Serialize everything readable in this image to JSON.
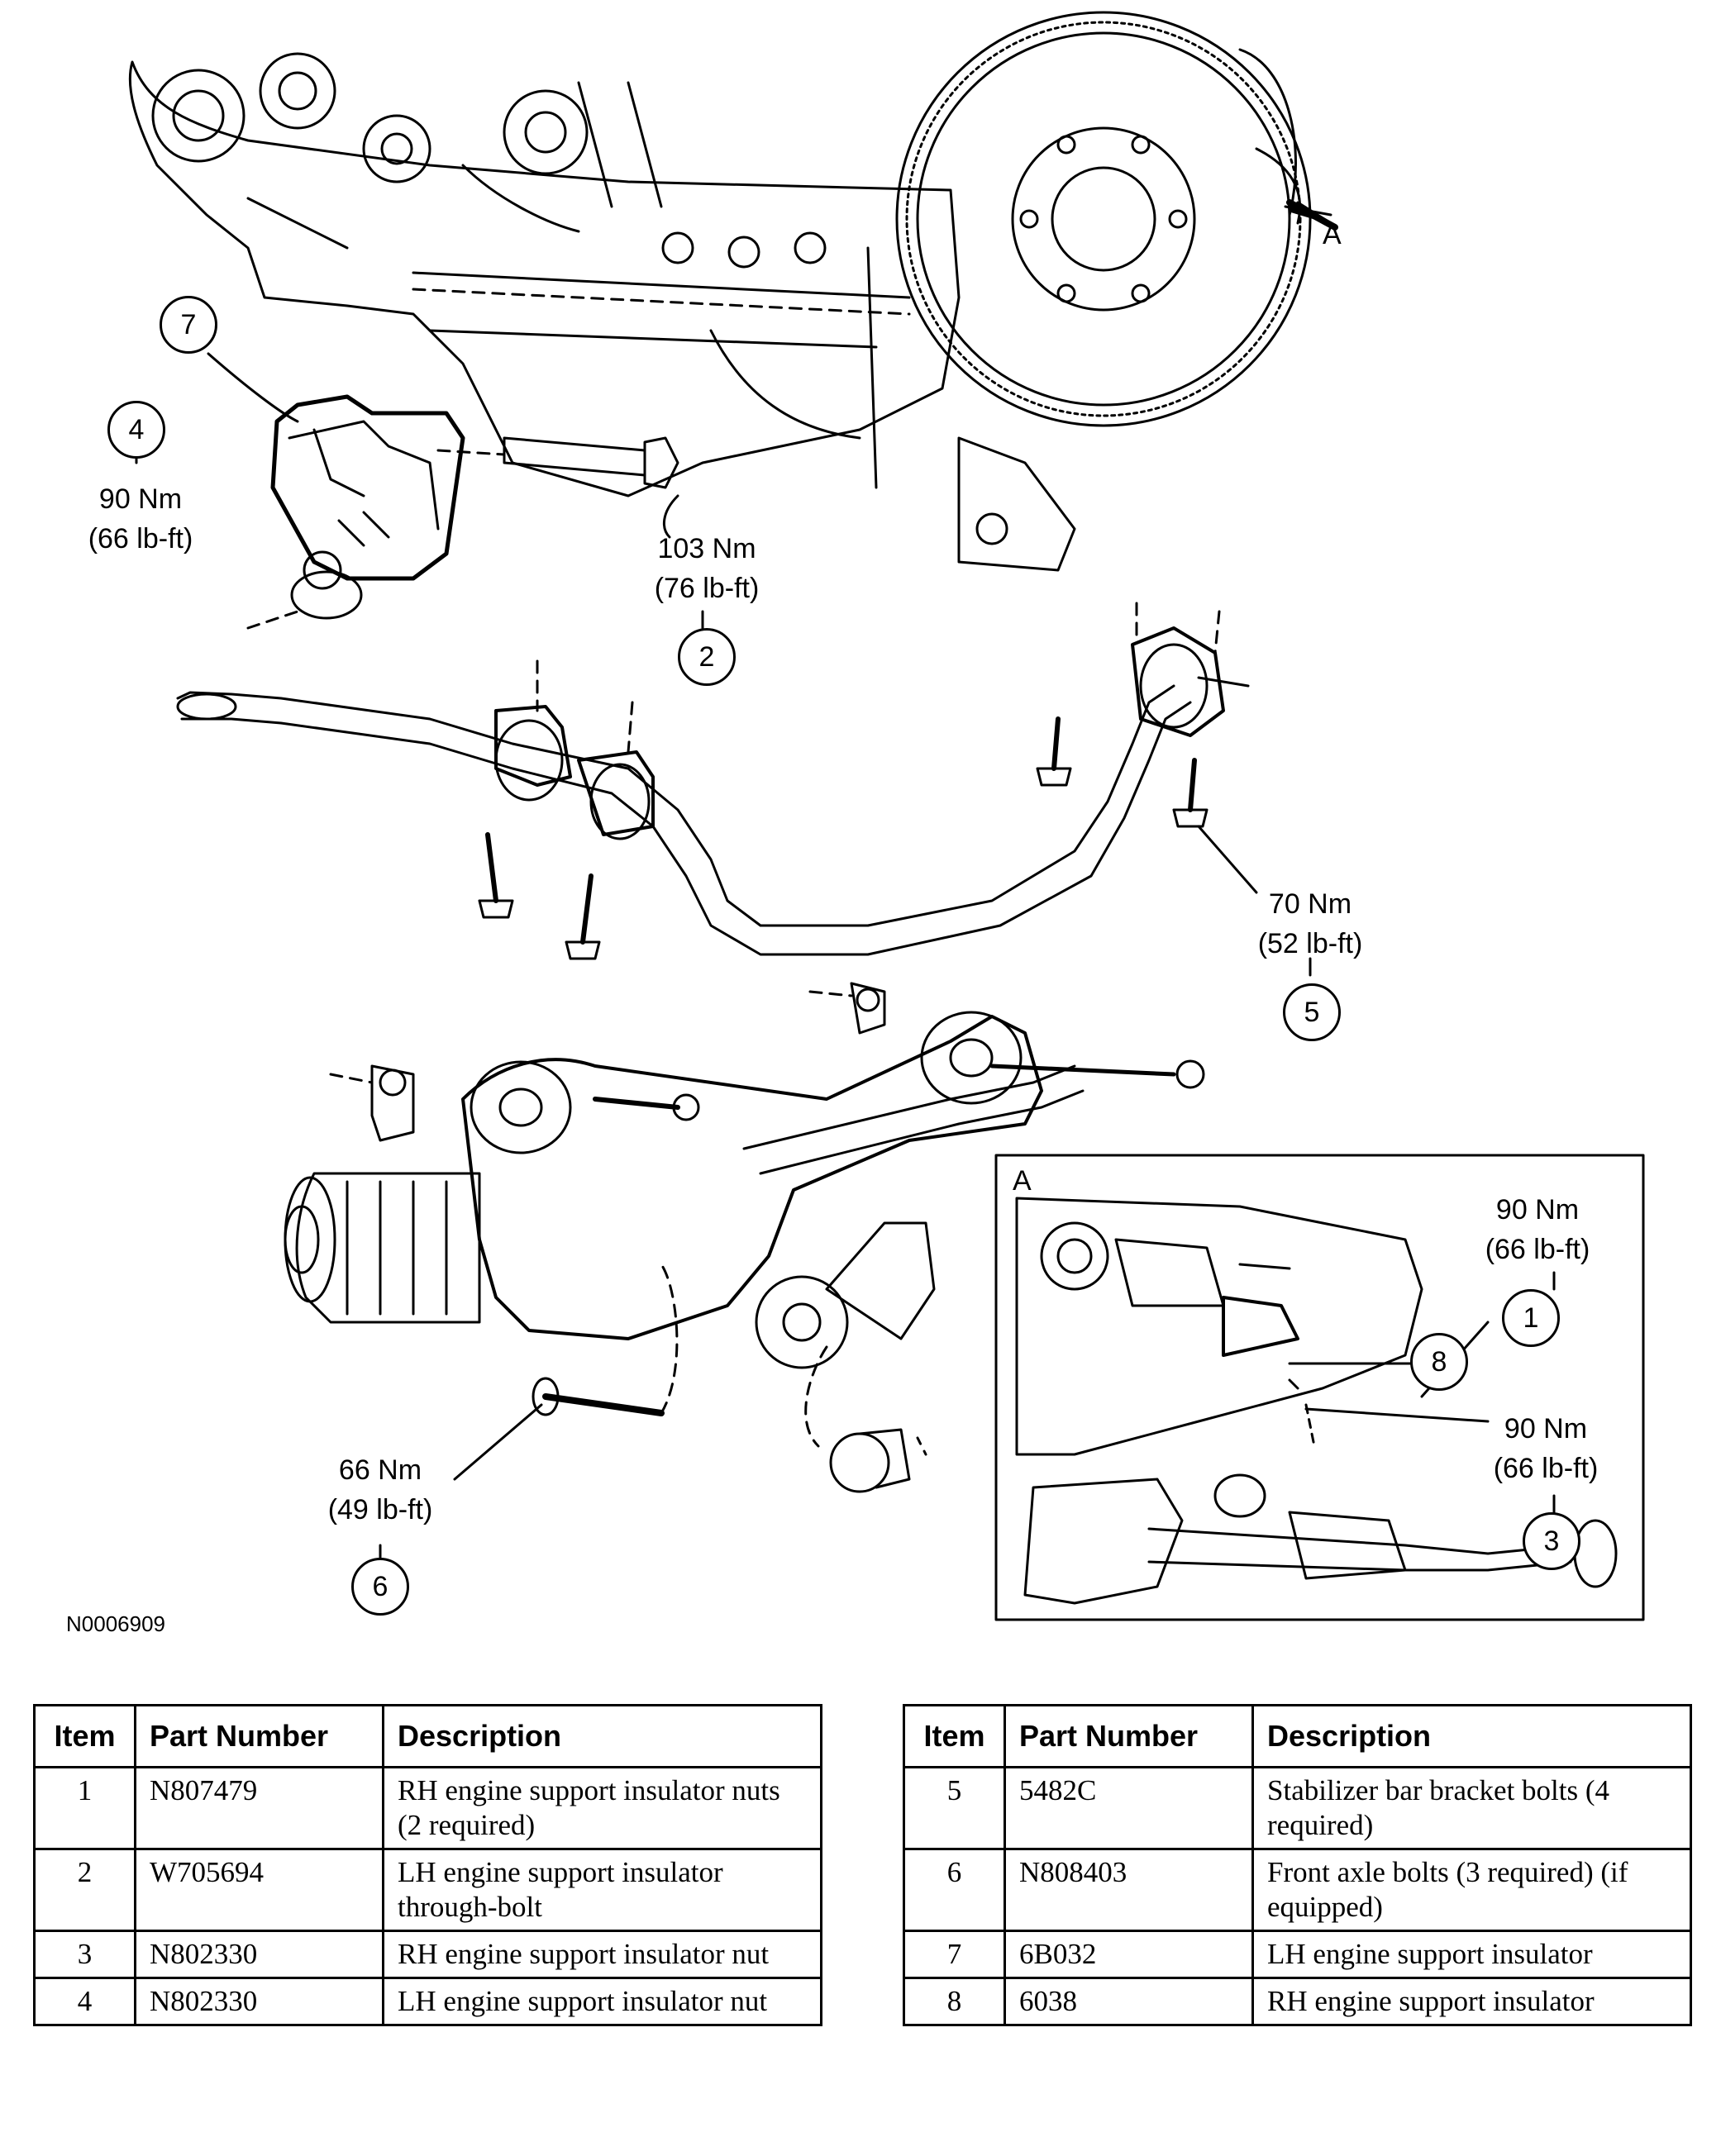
{
  "figure_id": "N0006909",
  "view_label": "A",
  "inset_label": "A",
  "callouts": [
    {
      "num": "1"
    },
    {
      "num": "2"
    },
    {
      "num": "3"
    },
    {
      "num": "4"
    },
    {
      "num": "5"
    },
    {
      "num": "6"
    },
    {
      "num": "7"
    },
    {
      "num": "8"
    }
  ],
  "torques": {
    "t1": {
      "nm": "90 Nm",
      "lbft": "(66 lb-ft)"
    },
    "t2": {
      "nm": "103 Nm",
      "lbft": "(76 lb-ft)"
    },
    "t3": {
      "nm": "90 Nm",
      "lbft": "(66 lb-ft)"
    },
    "t4": {
      "nm": "90 Nm",
      "lbft": "(66 lb-ft)"
    },
    "t5": {
      "nm": "70 Nm",
      "lbft": "(52 lb-ft)"
    },
    "t6": {
      "nm": "66 Nm",
      "lbft": "(49 lb-ft)"
    }
  },
  "table_headers": {
    "item": "Item",
    "part": "Part Number",
    "desc": "Description"
  },
  "table_left": [
    {
      "item": "1",
      "part": "N807479",
      "desc": "RH engine support insulator nuts (2 required)"
    },
    {
      "item": "2",
      "part": "W705694",
      "desc": "LH engine support insulator through-bolt"
    },
    {
      "item": "3",
      "part": "N802330",
      "desc": "RH engine support insulator nut"
    },
    {
      "item": "4",
      "part": "N802330",
      "desc": "LH engine support insulator nut"
    }
  ],
  "table_right": [
    {
      "item": "5",
      "part": "5482C",
      "desc": "Stabilizer bar bracket bolts (4 required)"
    },
    {
      "item": "6",
      "part": "N808403",
      "desc": "Front axle bolts (3 required) (if equipped)"
    },
    {
      "item": "7",
      "part": "6B032",
      "desc": "LH engine support insulator"
    },
    {
      "item": "8",
      "part": "6038",
      "desc": "RH engine support insulator"
    }
  ]
}
